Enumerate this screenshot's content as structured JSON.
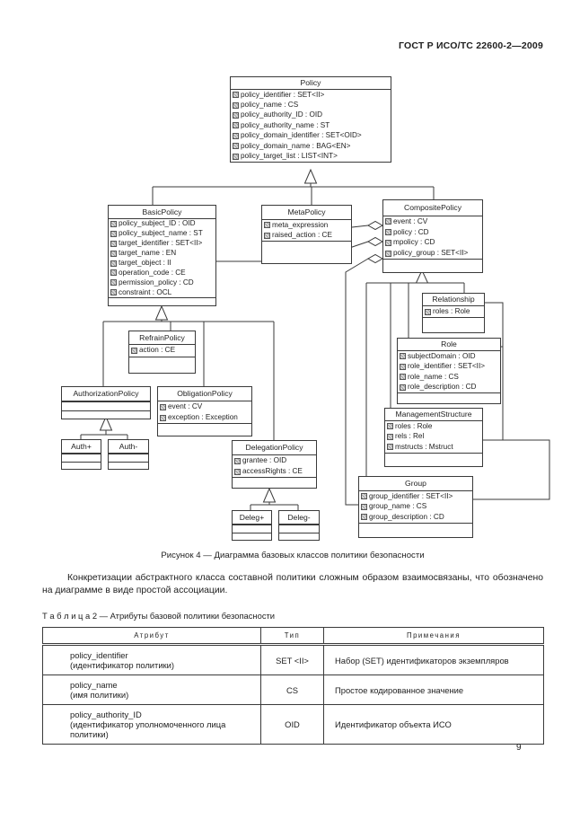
{
  "header": {
    "doc_code": "ГОСТ Р ИСО/ТС 22600-2—2009"
  },
  "figure": {
    "caption": "Рисунок 4 — Диаграмма базовых классов политики безопасности",
    "classes": [
      {
        "id": "policy",
        "title": "Policy",
        "attrs": [
          "policy_identifier : SET<II>",
          "policy_name : CS",
          "policy_authority_ID : OID",
          "policy_authority_name : ST",
          "policy_domain_identifier : SET<OID>",
          "policy_domain_name : BAG<EN>",
          "policy_target_list : LIST<INT>"
        ]
      },
      {
        "id": "basicpolicy",
        "title": "BasicPolicy",
        "attrs": [
          "policy_subject_ID : OID",
          "policy_subject_name : ST",
          "target_identifier : SET<II>",
          "target_name : EN",
          "target_object : II",
          "operation_code : CE",
          "permission_policy : CD",
          "constraint : OCL"
        ]
      },
      {
        "id": "metapolicy",
        "title": "MetaPolicy",
        "attrs": [
          "meta_expression",
          "raised_action : CE"
        ]
      },
      {
        "id": "compositepolicy",
        "title": "CompositePolicy",
        "attrs": [
          "event : CV",
          "policy : CD",
          "mpolicy : CD",
          "policy_group : SET<II>"
        ]
      },
      {
        "id": "relationship",
        "title": "Relationship",
        "attrs": [
          "roles : Role"
        ]
      },
      {
        "id": "role",
        "title": "Role",
        "attrs": [
          "subjectDomain : OID",
          "role_identifier : SET<II>",
          "role_name : CS",
          "role_description : CD"
        ]
      },
      {
        "id": "refrainpolicy",
        "title": "RefrainPolicy",
        "attrs": [
          "action : CE"
        ]
      },
      {
        "id": "authorizationpolicy",
        "title": "AuthorizationPolicy",
        "attrs": []
      },
      {
        "id": "obligationpolicy",
        "title": "ObligationPolicy",
        "attrs": [
          "event : CV",
          "exception : Exception"
        ]
      },
      {
        "id": "auth_plus",
        "title": "Auth+",
        "attrs": []
      },
      {
        "id": "auth_minus",
        "title": "Auth-",
        "attrs": []
      },
      {
        "id": "delegationpolicy",
        "title": "DelegationPolicy",
        "attrs": [
          "grantee : OID",
          "accessRights : CE"
        ]
      },
      {
        "id": "managementstructure",
        "title": "ManagementStructure",
        "attrs": [
          "roles : Role",
          "rels : Rel",
          "mstructs : Mstruct"
        ]
      },
      {
        "id": "group",
        "title": "Group",
        "attrs": [
          "group_identifier : SET<II>",
          "group_name : CS",
          "group_description : CD"
        ]
      },
      {
        "id": "deleg_plus",
        "title": "Deleg+",
        "attrs": []
      },
      {
        "id": "deleg_minus",
        "title": "Deleg-",
        "attrs": []
      }
    ]
  },
  "paragraph": "Конкретизации абстрактного класса составной политики сложным образом взаимосвязаны, что обозначено на диаграмме в виде простой ассоциации.",
  "table": {
    "label": "Т а б л и ц а  2 — Атрибуты базовой политики безопасности",
    "columns": [
      "Атрибут",
      "Тип",
      "Примечания"
    ],
    "rows": [
      {
        "attr_name": "policy_identifier",
        "attr_desc": "(идентификатор политики)",
        "type": "SET <II>",
        "note": "Набор (SET) идентификаторов экземпляров"
      },
      {
        "attr_name": "policy_name",
        "attr_desc": "(имя политики)",
        "type": "CS",
        "note": "Простое кодированное значение"
      },
      {
        "attr_name": "policy_authority_ID",
        "attr_desc": "(идентификатор уполномоченного лица политики)",
        "type": "OID",
        "note": "Идентификатор объекта ИСО"
      }
    ]
  },
  "footer": {
    "page_number": "9"
  }
}
